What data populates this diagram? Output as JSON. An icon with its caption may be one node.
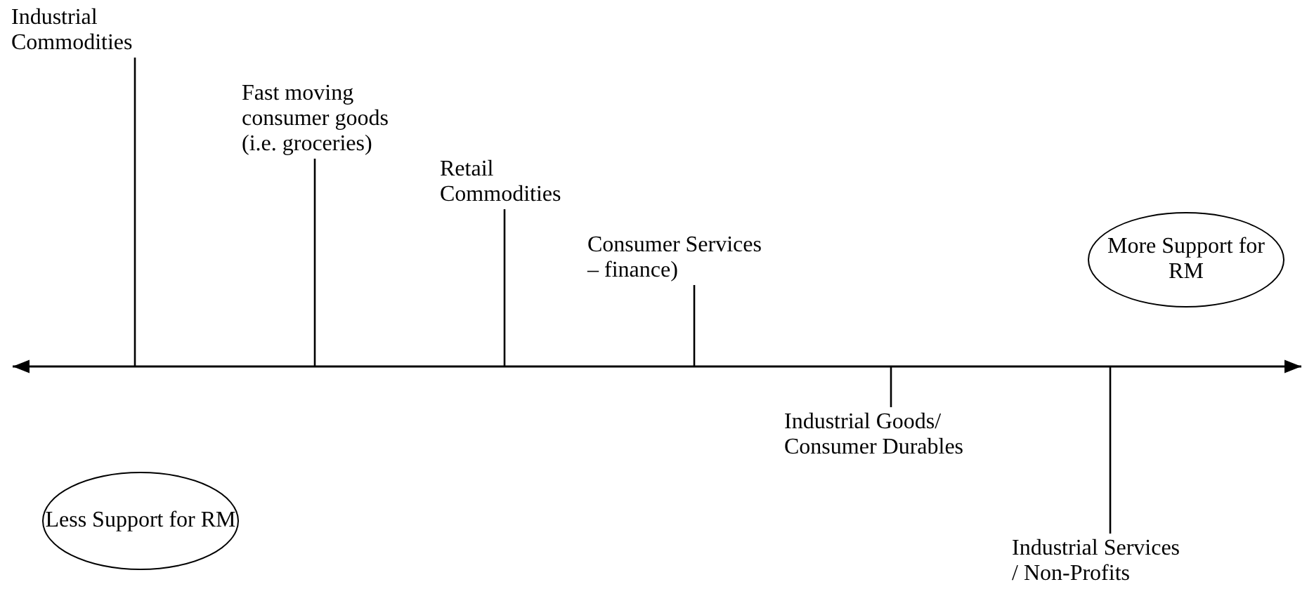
{
  "diagram": {
    "nodes": [
      {
        "text": [
          "Industrial Commodities"
        ]
      },
      {
        "text": [
          "Fast moving consumer goods (i.e. groceries)"
        ]
      },
      {
        "text": [
          "Retail Commodities"
        ]
      },
      {
        "text": [
          "More Support for RM"
        ]
      },
      {
        "text": [
          "Consumer Services – finance)"
        ]
      },
      {
        "text": [
          "Less Support for RM"
        ]
      },
      {
        "text": [
          "Industrial Goods/ Consumer Durables"
        ]
      },
      {
        "text": [
          "Industrial Services / Non-Profits"
        ]
      }
    ],
    "edges": [
      {
        "from": 0,
        "to": null,
        "arrow": "none"
      },
      {
        "from": 1,
        "to": null,
        "arrow": "none"
      },
      {
        "from": 2,
        "to": null,
        "arrow": "none"
      },
      {
        "from": 4,
        "to": null,
        "arrow": "none"
      },
      {
        "from": 6,
        "to": null,
        "arrow": "none"
      },
      {
        "from": 7,
        "to": null,
        "arrow": "none"
      }
    ]
  }
}
